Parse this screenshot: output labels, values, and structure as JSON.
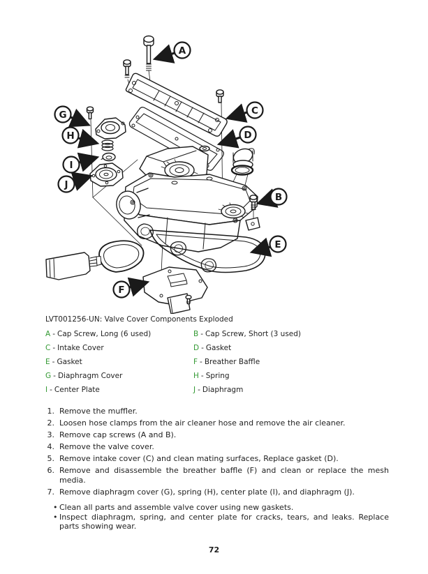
{
  "page": {
    "number": "72",
    "background": "#ffffff"
  },
  "colors": {
    "text": "#1f1f1f",
    "legend_letter_green": "#339933",
    "line_art": "#1a1a1a"
  },
  "figure": {
    "caption": "LVT001256-UN: Valve Cover Components Exploded",
    "callouts": [
      "A",
      "B",
      "C",
      "D",
      "E",
      "F",
      "G",
      "H",
      "I",
      "J"
    ]
  },
  "legend": {
    "separator": "-",
    "items": [
      {
        "letter": "A",
        "label": "Cap Screw, Long (6 used)"
      },
      {
        "letter": "B",
        "label": "Cap Screw, Short (3 used)"
      },
      {
        "letter": "C",
        "label": "Intake Cover"
      },
      {
        "letter": "D",
        "label": "Gasket"
      },
      {
        "letter": "E",
        "label": "Gasket"
      },
      {
        "letter": "F",
        "label": "Breather Baffle"
      },
      {
        "letter": "G",
        "label": "Diaphragm Cover"
      },
      {
        "letter": "H",
        "label": "Spring"
      },
      {
        "letter": "I",
        "label": "Center Plate"
      },
      {
        "letter": "J",
        "label": "Diaphragm"
      }
    ]
  },
  "steps": [
    {
      "num": "1.",
      "text": "Remove the muffler."
    },
    {
      "num": "2.",
      "text": "Loosen hose clamps from the air cleaner hose and remove the air cleaner."
    },
    {
      "num": "3.",
      "text": "Remove cap screws (A and B)."
    },
    {
      "num": "4.",
      "text": "Remove the valve cover."
    },
    {
      "num": "5.",
      "text": "Remove intake cover (C) and clean mating surfaces, Replace gasket (D)."
    },
    {
      "num": "6.",
      "text": "Remove and disassemble the breather baffle (F) and clean or replace the mesh media."
    },
    {
      "num": "7.",
      "text": "Remove diaphragm cover (G), spring (H), center plate (I), and diaphragm (J)."
    }
  ],
  "notes": {
    "bullet": "•",
    "items": [
      {
        "text": "Clean all parts and assemble valve cover using new gaskets."
      },
      {
        "text": "Inspect diaphragm, spring, and center plate for cracks, tears, and leaks. Replace parts showing wear."
      }
    ]
  }
}
